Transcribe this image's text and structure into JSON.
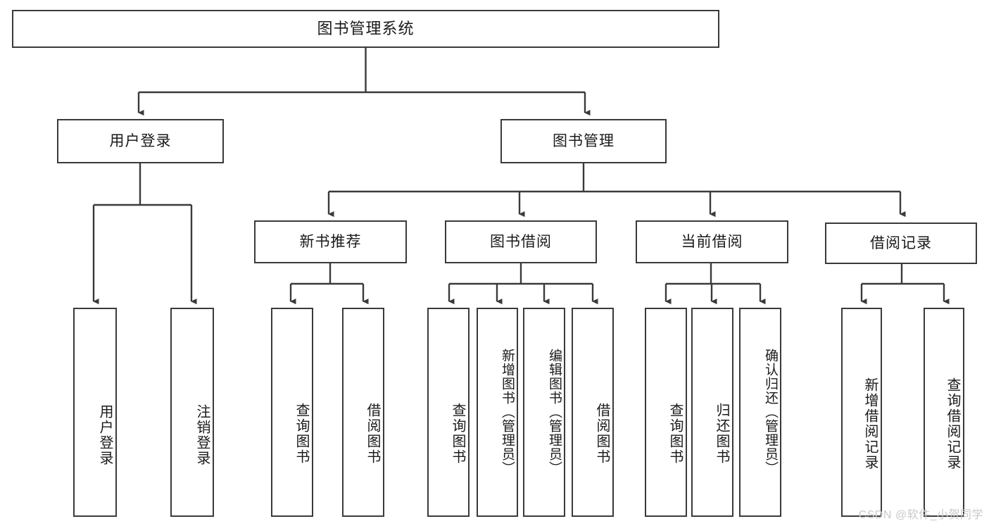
{
  "diagram": {
    "title": "图书管理系统",
    "type": "tree",
    "colors": {
      "box_border": "#3a3a3a",
      "box_fill": "#ffffff",
      "edge": "#3a3a3a",
      "text": "#1a1a1a",
      "watermark": "#c9c9c9",
      "background": "#ffffff"
    },
    "root": {
      "label": "图书管理系统"
    },
    "level2": [
      {
        "label": "用户登录"
      },
      {
        "label": "图书管理"
      }
    ],
    "level3": [
      {
        "label": "新书推荐"
      },
      {
        "label": "图书借阅"
      },
      {
        "label": "当前借阅"
      },
      {
        "label": "借阅记录"
      }
    ],
    "leaves": {
      "user_login": [
        {
          "label": "用户登录"
        },
        {
          "label": "注销登录"
        }
      ],
      "new_book_recommend": [
        {
          "label": "查询图书"
        },
        {
          "label": "借阅图书"
        }
      ],
      "book_borrow": [
        {
          "label": "查询图书"
        },
        {
          "label": "新增图书（管理员）"
        },
        {
          "label": "编辑图书（管理员）"
        },
        {
          "label": "借阅图书"
        }
      ],
      "current_borrow": [
        {
          "label": "查询图书"
        },
        {
          "label": "归还图书"
        },
        {
          "label": "确认归还（管理员）"
        }
      ],
      "borrow_record": [
        {
          "label": "新增借阅记录"
        },
        {
          "label": "查询借阅记录"
        }
      ]
    }
  },
  "watermark": {
    "text": "CSDN @软件_小贺同学"
  }
}
